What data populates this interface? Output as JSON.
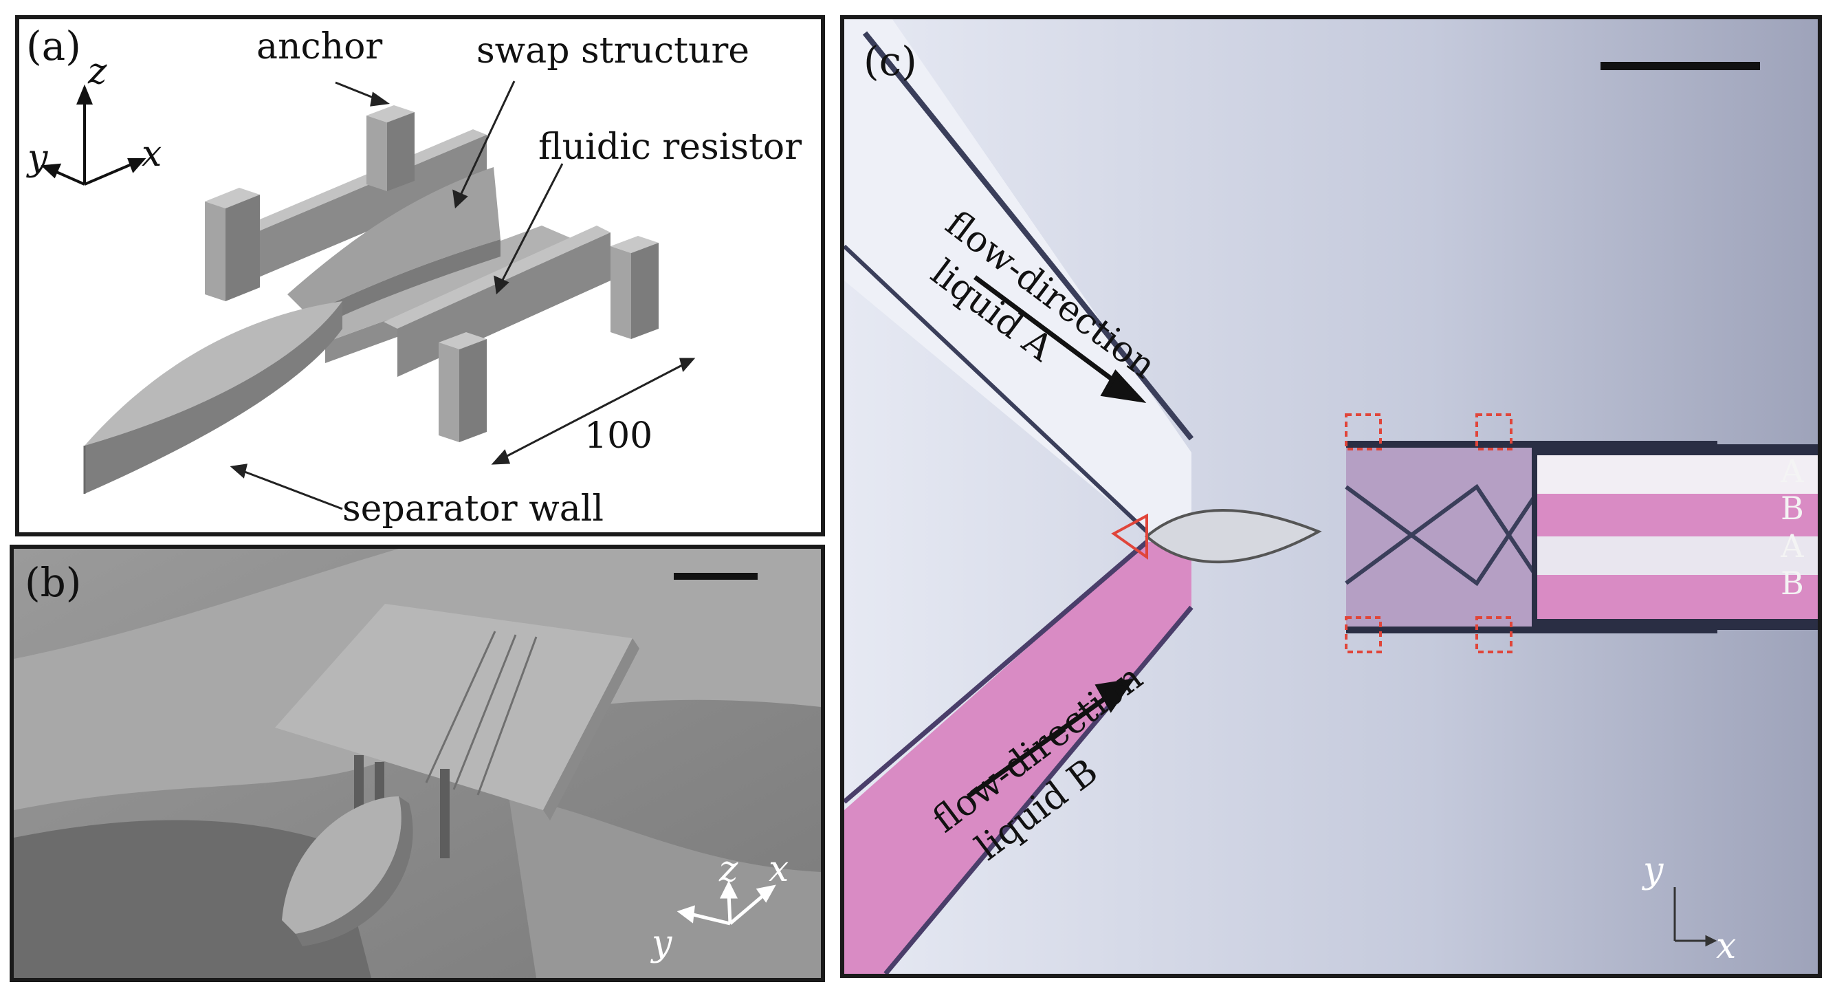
{
  "panel_a": {
    "label": "(a)",
    "annotations": {
      "anchor": "anchor",
      "swap_structure": "swap structure",
      "fluidic_resistor": "fluidic resistor",
      "dimension": "100",
      "separator_wall": "separator wall"
    },
    "axes": {
      "z": "z",
      "y": "y",
      "x": "x"
    }
  },
  "panel_b": {
    "label": "(b)",
    "axes": {
      "z": "z",
      "x": "x",
      "y": "y"
    }
  },
  "panel_c": {
    "label": "(c)",
    "flow_a": {
      "line1": "flow-direction",
      "line2": "liquid A"
    },
    "flow_b": {
      "line1": "flow-direction",
      "line2": "liquid B"
    },
    "outlet_layers": [
      "A",
      "B",
      "A",
      "B"
    ],
    "axes": {
      "y": "y",
      "x": "x"
    }
  },
  "colors": {
    "liquid_b": "#d98bc4",
    "channel_wall": "#3a3e5a",
    "marker_red": "#e0453a",
    "frame": "#1a1a1a"
  }
}
